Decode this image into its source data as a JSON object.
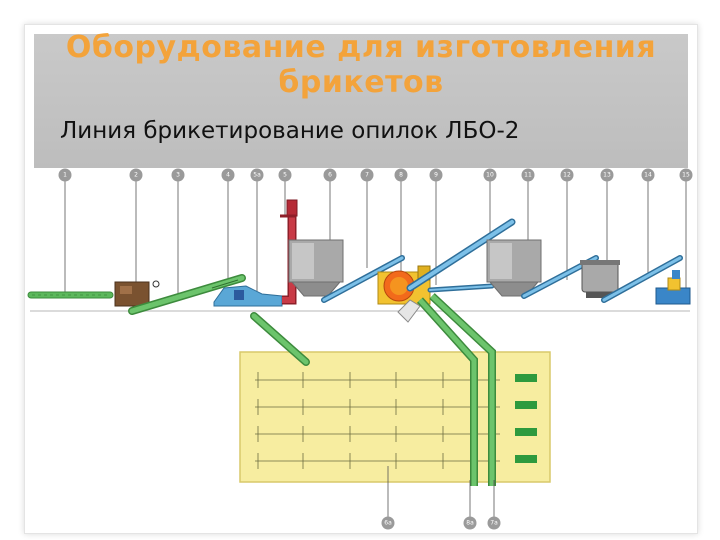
{
  "slide": {
    "title_line1": "Оборудование для изготовления",
    "title_line2": "брикетов",
    "subtitle": "Линия брикетирование опилок ЛБО-2"
  },
  "diagram": {
    "top_markers": [
      "1",
      "2",
      "3",
      "4",
      "5а",
      "5",
      "6",
      "7",
      "8",
      "9",
      "10",
      "11",
      "12",
      "13",
      "14",
      "15"
    ],
    "bottom_markers": [
      "6а",
      "8а",
      "7а"
    ]
  },
  "colors": {
    "title": "#f3a33b",
    "header_band": "#c2c2c2",
    "conveyor_green": "#5cb85c",
    "screw_blue": "#5aa7d6",
    "pipe_red": "#b52a36",
    "dryer_orange": "#f5941f",
    "storage_yellow": "#f7eda0",
    "marker_gray": "#9a9a9a"
  }
}
